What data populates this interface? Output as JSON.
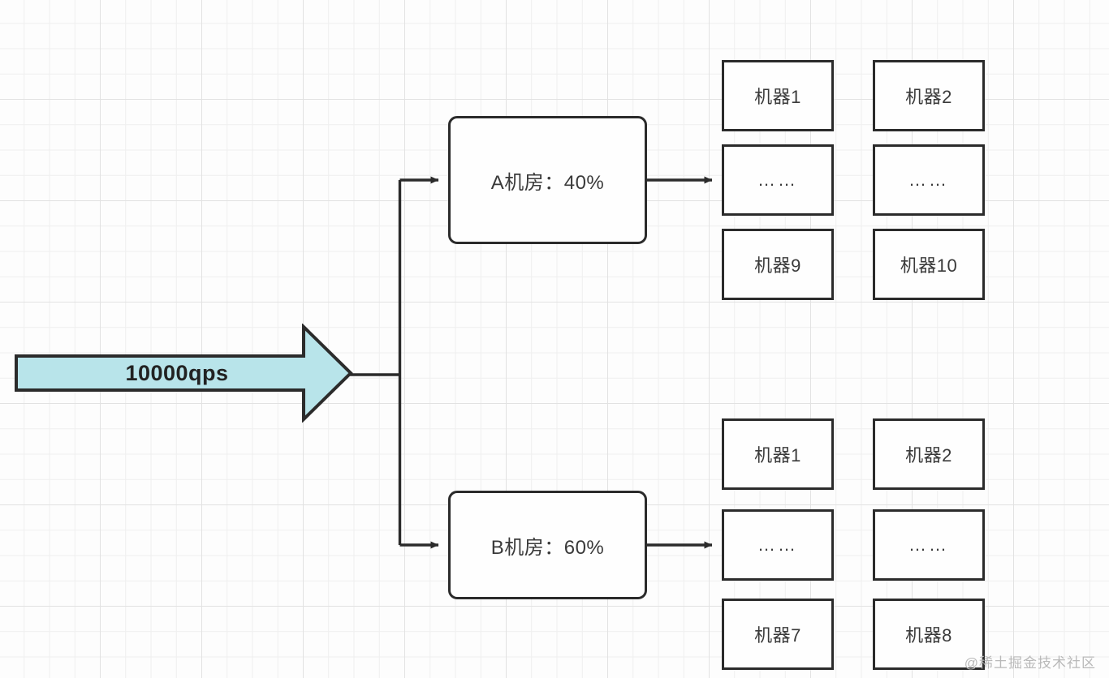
{
  "diagram": {
    "title": "traffic-distribution-diagram",
    "colors": {
      "arrow_fill": "#b8e4ea",
      "stroke": "#2b2b2b",
      "text": "#3a3a3a",
      "grid_minor": "#efefef",
      "grid_major": "#e2e2e2",
      "box_fill": "#fefefe",
      "watermark": "#b9b9b9"
    },
    "source": {
      "label": "10000qps",
      "shape": "block-arrow"
    },
    "rooms": [
      {
        "id": "room-a",
        "label": "A机房：40%",
        "name": "A机房",
        "percent": "40%",
        "machines": [
          {
            "label": "机器1",
            "is_ellipsis": false
          },
          {
            "label": "机器2",
            "is_ellipsis": false
          },
          {
            "label": "……",
            "is_ellipsis": true
          },
          {
            "label": "……",
            "is_ellipsis": true
          },
          {
            "label": "机器9",
            "is_ellipsis": false
          },
          {
            "label": "机器10",
            "is_ellipsis": false
          }
        ]
      },
      {
        "id": "room-b",
        "label": "B机房：60%",
        "name": "B机房",
        "percent": "60%",
        "machines": [
          {
            "label": "机器1",
            "is_ellipsis": false
          },
          {
            "label": "机器2",
            "is_ellipsis": false
          },
          {
            "label": "……",
            "is_ellipsis": true
          },
          {
            "label": "……",
            "is_ellipsis": true
          },
          {
            "label": "机器7",
            "is_ellipsis": false
          },
          {
            "label": "机器8",
            "is_ellipsis": false
          }
        ]
      }
    ],
    "watermark": "@稀土掘金技术社区"
  }
}
